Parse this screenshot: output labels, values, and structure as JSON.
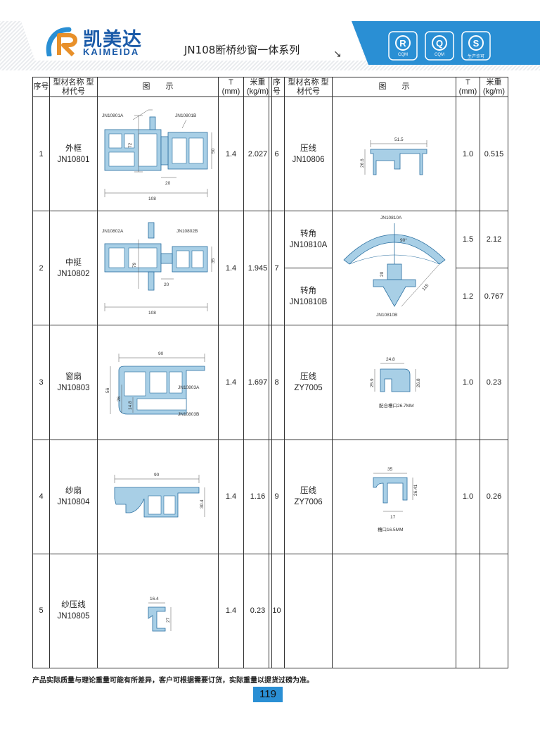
{
  "brand": {
    "name_cn": "凯美达",
    "name_en": "KAIMEIDA"
  },
  "header": {
    "series_title": "JN108断桥纱窗一体系列"
  },
  "certs": [
    {
      "label": "CQM",
      "icon": "r-cert-icon"
    },
    {
      "label": "CQM",
      "icon": "q-cert-icon"
    },
    {
      "label": "生产许可",
      "icon": "qs-cert-icon"
    }
  ],
  "columns": {
    "seq": "序号",
    "name": "型材名称 型材代号",
    "diagram": "图　　示",
    "t": "T (mm)",
    "weight": "米重 (kg/m)"
  },
  "left_rows": [
    {
      "seq": "1",
      "name": "外框",
      "code": "JN10801",
      "t": "1.4",
      "weight": "2.027",
      "labels": {
        "a": "JN10801A",
        "b": "JN10801B"
      },
      "dims": {
        "h": "72",
        "h2": "50",
        "w": "108",
        "w2": "20"
      }
    },
    {
      "seq": "2",
      "name": "中挺",
      "code": "JN10802",
      "t": "1.4",
      "weight": "1.945",
      "labels": {
        "a": "JN10802A",
        "b": "JN10802B"
      },
      "dims": {
        "h": "79",
        "h2": "35",
        "w": "108",
        "w2": "20"
      }
    },
    {
      "seq": "3",
      "name": "窗扇",
      "code": "JN10803",
      "t": "1.4",
      "weight": "1.697",
      "labels": {
        "a": "JN10803A",
        "b": "JN10803B"
      },
      "dims": {
        "w": "90",
        "h": "56",
        "h2": "26",
        "h3": "14.8"
      }
    },
    {
      "seq": "4",
      "name": "纱扇",
      "code": "JN10804",
      "t": "1.4",
      "weight": "1.16",
      "dims": {
        "w": "90",
        "h": "30.4"
      }
    },
    {
      "seq": "5",
      "name": "纱压线",
      "code": "JN10805",
      "t": "1.4",
      "weight": "0.23",
      "dims": {
        "w": "16.4",
        "h": "27"
      }
    }
  ],
  "right_rows": [
    {
      "seq": "6",
      "name": "压线",
      "code": "JN10806",
      "t": "1.0",
      "weight": "0.515",
      "dims": {
        "w": "51.5",
        "h": "26.6"
      }
    },
    {
      "seq": "7",
      "sub": [
        {
          "name": "转角",
          "code": "JN10810A",
          "t": "1.5",
          "weight": "2.12"
        },
        {
          "name": "转角",
          "code": "JN10810B",
          "t": "1.2",
          "weight": "0.767"
        }
      ],
      "labels": {
        "a": "JN10810A",
        "b": "JN10810B"
      },
      "dims": {
        "angle": "90°",
        "h": "20",
        "d": "115"
      }
    },
    {
      "seq": "8",
      "name": "压线",
      "code": "ZY7005",
      "t": "1.0",
      "weight": "0.23",
      "dims": {
        "w": "24.8",
        "h": "25.9",
        "h2": "26.8"
      },
      "note": "配合槽口26.7MM"
    },
    {
      "seq": "9",
      "name": "压线",
      "code": "ZY7006",
      "t": "1.0",
      "weight": "0.26",
      "dims": {
        "w": "35",
        "h": "26.41",
        "w2": "17"
      },
      "note": "槽口16.5MM"
    },
    {
      "seq": "10",
      "name": "",
      "code": "",
      "t": "",
      "weight": ""
    }
  ],
  "footer": {
    "note": "产品实际质量与理论重量可能有所差异，客户可根据需要订货，实际重量以提货过磅为准。",
    "page": "119"
  },
  "colors": {
    "header_blue": "#2a8fd4",
    "brand_blue": "#1a5aa8",
    "profile_fill": "#a8cfe6"
  }
}
